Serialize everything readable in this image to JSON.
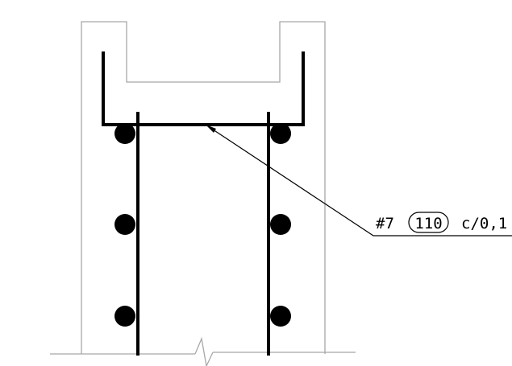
{
  "callout": {
    "bar_mark": "#7",
    "bar_number": "110",
    "spacing": "c/0,1"
  },
  "colors": {
    "concrete_outline": "#a8a8a8",
    "rebar": "#000000",
    "background": "#ffffff"
  },
  "icons": {
    "arrowhead": "leader-arrowhead-icon",
    "break_line": "break-line-icon"
  }
}
